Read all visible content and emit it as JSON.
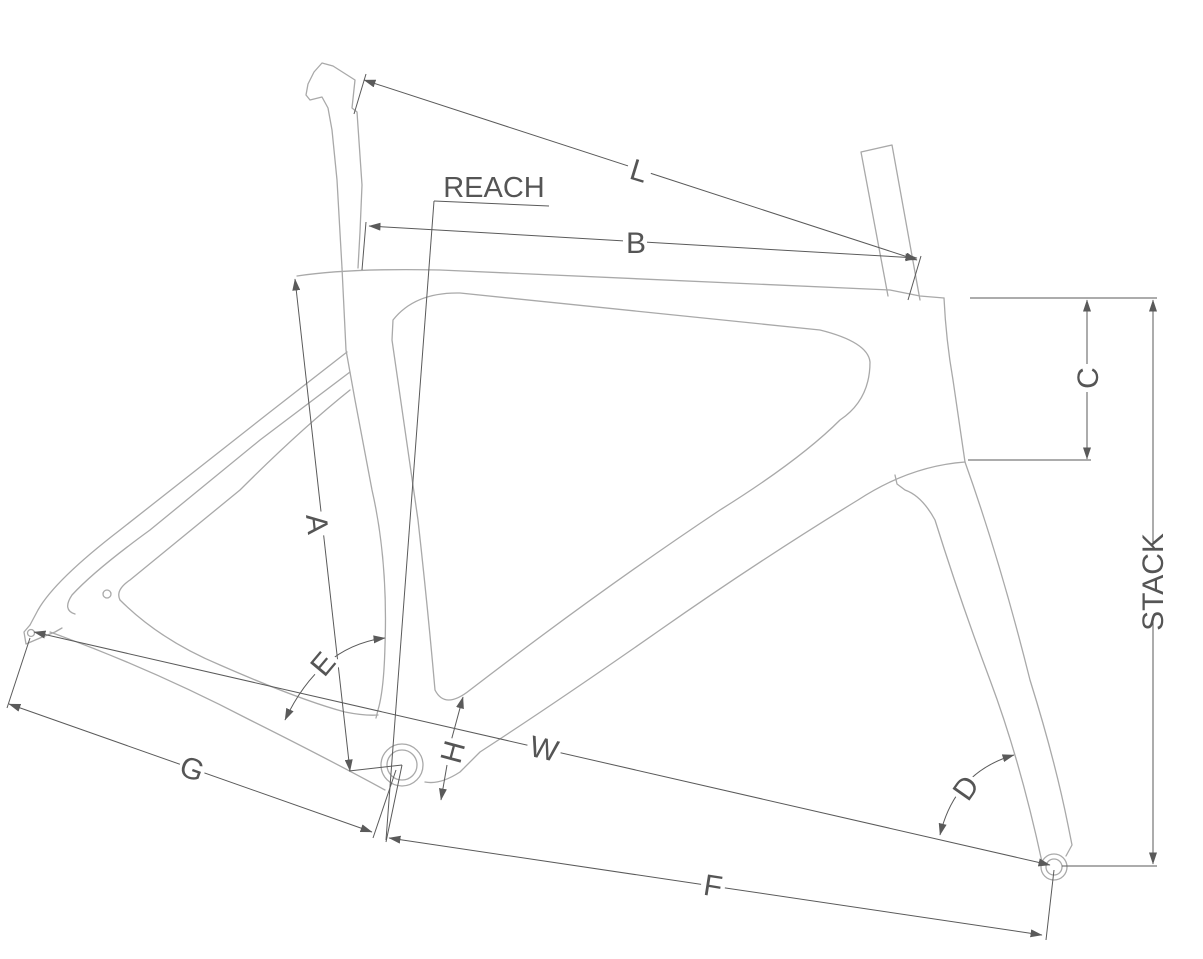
{
  "labels": {
    "reach": "REACH",
    "stack": "STACK",
    "a": "A",
    "b": "B",
    "c": "C",
    "d": "D",
    "e": "E",
    "f": "F",
    "g": "G",
    "h": "H",
    "l": "L",
    "w": "W"
  },
  "colors": {
    "frame_outline": "#a9a9a9",
    "dimension_line": "#5a5a5a",
    "label_text": "#555555",
    "background": "#ffffff"
  }
}
